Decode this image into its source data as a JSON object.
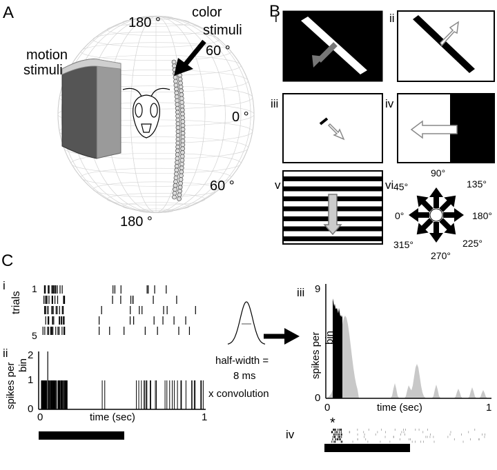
{
  "panel_a": {
    "letter": "A",
    "motion_label_1": "motion",
    "motion_label_2": "stimuli",
    "color_label_1": "color",
    "color_label_2": "stimuli",
    "deg_top": "180 °",
    "deg_60_top": "60 °",
    "deg_0": "0 °",
    "deg_60_bottom": "60 °",
    "deg_bottom": "180 °"
  },
  "panel_b": {
    "letter": "B",
    "sub_i": "i",
    "sub_ii": "ii",
    "sub_iii": "iii",
    "sub_iv": "iv",
    "sub_v": "v",
    "sub_vi": "vi",
    "directions": [
      "90°",
      "135°",
      "180°",
      "225°",
      "270°",
      "315°",
      "0°",
      "45°"
    ]
  },
  "panel_c": {
    "letter": "C",
    "sub_i": "i",
    "sub_ii": "ii",
    "sub_iii": "iii",
    "sub_iv": "iv",
    "trials_label": "trials",
    "trial_first": "1",
    "trial_last": "5",
    "ylabel_1": "spikes per",
    "ylabel_2": "bin",
    "ii_ticks_y": [
      "0",
      "1",
      "2"
    ],
    "ii_ticks_x": [
      "0",
      "1"
    ],
    "xlabel": "time (sec)",
    "kernel_1": "half-width =",
    "kernel_2": "8 ms",
    "kernel_3": "x convolution",
    "iii_ticks_y": [
      "0",
      "9"
    ],
    "iii_ticks_x": [
      "0",
      "1"
    ],
    "asterisk": "*"
  }
}
